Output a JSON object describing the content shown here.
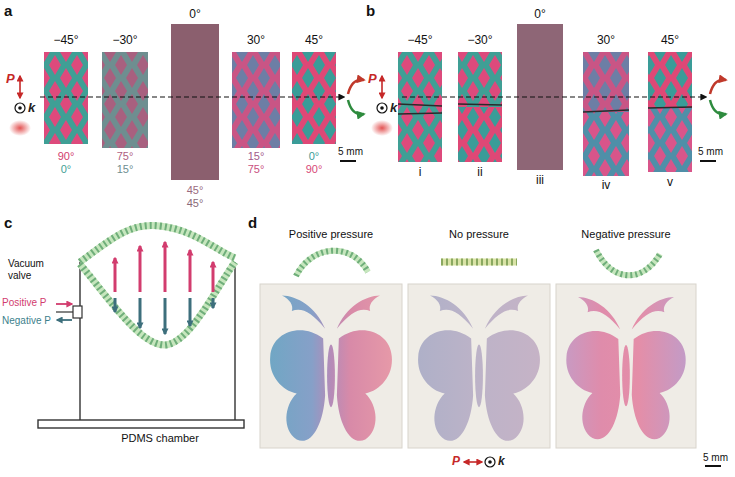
{
  "diagram": {
    "labels": [
      "a",
      "−45°",
      "−30°",
      "0°",
      "30°",
      "45°",
      "P",
      "k",
      "90°",
      "0°",
      "75°",
      "15°",
      "45°",
      "45°",
      "15°",
      "75°",
      "0°",
      "90°",
      "5 mm",
      "b",
      "−45°",
      "−30°",
      "0°",
      "30°",
      "45°",
      "P",
      "k",
      "i",
      "ii",
      "iii",
      "iv",
      "v",
      "5 mm",
      "c",
      "Vacuum valve",
      "Positive P",
      "Negative P",
      "PDMS chamber",
      "d",
      "Positive pressure",
      "No pressure",
      "Negative pressure",
      "5 mm",
      "P",
      "k"
    ]
  }
}
